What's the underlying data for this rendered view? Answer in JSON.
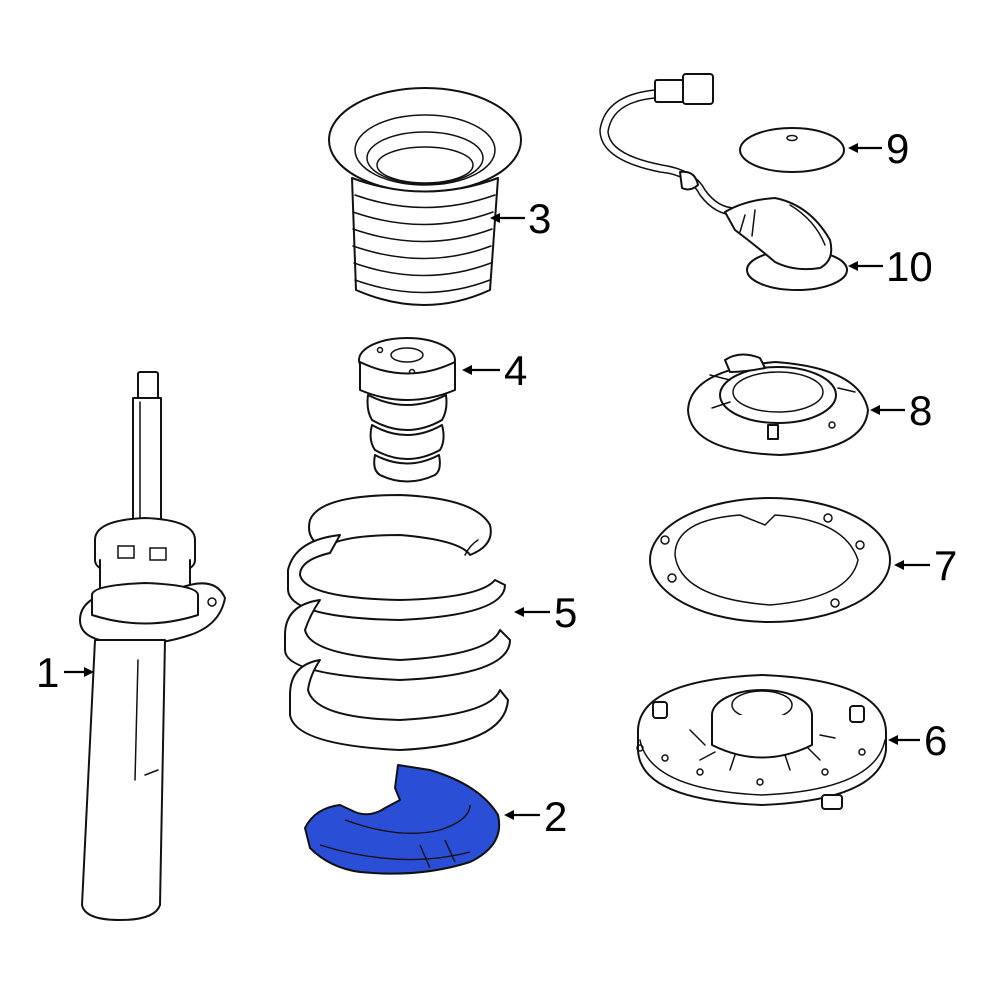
{
  "highlight_color": "#2a4fd6",
  "callouts": [
    {
      "id": "1",
      "label": "1"
    },
    {
      "id": "2",
      "label": "2"
    },
    {
      "id": "3",
      "label": "3"
    },
    {
      "id": "4",
      "label": "4"
    },
    {
      "id": "5",
      "label": "5"
    },
    {
      "id": "6",
      "label": "6"
    },
    {
      "id": "7",
      "label": "7"
    },
    {
      "id": "8",
      "label": "8"
    },
    {
      "id": "9",
      "label": "9"
    },
    {
      "id": "10",
      "label": "10"
    }
  ]
}
